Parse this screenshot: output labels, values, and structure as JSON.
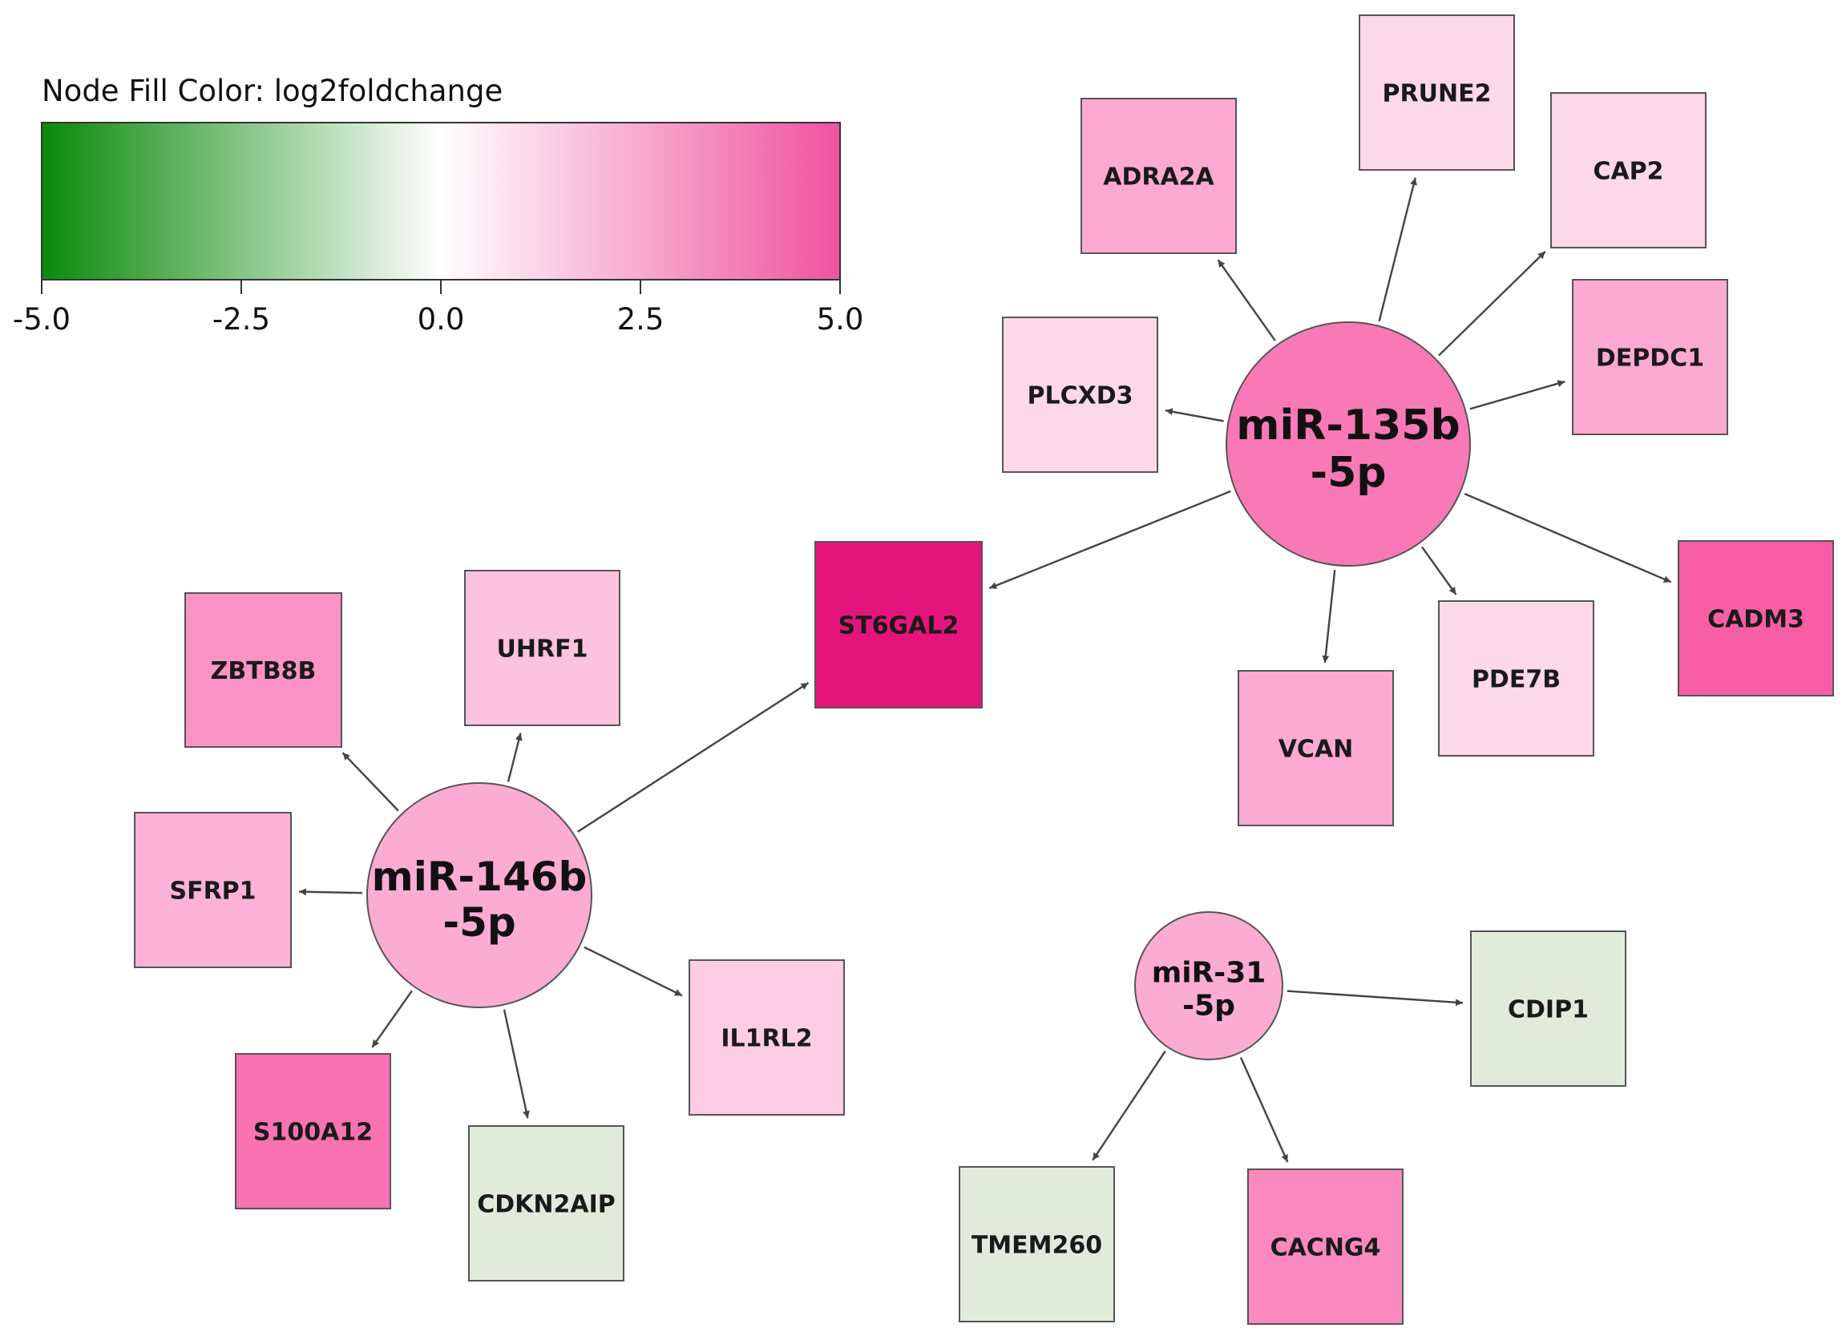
{
  "legend": {
    "title": "Node Fill Color:  log2foldchange",
    "min": -5.0,
    "max": 5.0,
    "ticks": [
      {
        "value": -5.0,
        "label": "-5.0"
      },
      {
        "value": -2.5,
        "label": "-2.5"
      },
      {
        "value": 0.0,
        "label": "0.0"
      },
      {
        "value": 2.5,
        "label": "2.5"
      },
      {
        "value": 5.0,
        "label": "5.0"
      }
    ],
    "colors": {
      "negative": "#0a8a0a",
      "neutral": "#ffffff",
      "positive": "#f0539f"
    }
  },
  "mirnas": [
    {
      "id": "mir135b",
      "line1": "miR-135b",
      "line2": "-5p",
      "color": "#f979b6"
    },
    {
      "id": "mir146b",
      "line1": "miR-146b",
      "line2": "-5p",
      "color": "#fcabd3"
    },
    {
      "id": "mir31",
      "line1": "miR-31",
      "line2": "-5p",
      "color": "#fcabd3"
    }
  ],
  "genes": [
    {
      "id": "adra2a",
      "label": "ADRA2A",
      "color": "#fcaad2"
    },
    {
      "id": "prune2",
      "label": "PRUNE2",
      "color": "#fdd8e9"
    },
    {
      "id": "cap2",
      "label": "CAP2",
      "color": "#fdd8e9"
    },
    {
      "id": "depdc1",
      "label": "DEPDC1",
      "color": "#fcaad2"
    },
    {
      "id": "plcxd3",
      "label": "PLCXD3",
      "color": "#fdd8e9"
    },
    {
      "id": "cadm3",
      "label": "CADM3",
      "color": "#f75ea6"
    },
    {
      "id": "pde7b",
      "label": "PDE7B",
      "color": "#fdd8e9"
    },
    {
      "id": "vcan",
      "label": "VCAN",
      "color": "#fcaad2"
    },
    {
      "id": "st6gal2",
      "label": "ST6GAL2",
      "color": "#e5147b"
    },
    {
      "id": "uhrf1",
      "label": "UHRF1",
      "color": "#fdc2de"
    },
    {
      "id": "zbtb8b",
      "label": "ZBTB8B",
      "color": "#fb93c4"
    },
    {
      "id": "sfrp1",
      "label": "SFRP1",
      "color": "#fcb3d7"
    },
    {
      "id": "il1rl2",
      "label": "IL1RL2",
      "color": "#fdcde4"
    },
    {
      "id": "s100a12",
      "label": "S100A12",
      "color": "#f972b2"
    },
    {
      "id": "cdkn2aip",
      "label": "CDKN2AIP",
      "color": "#e1ebda"
    },
    {
      "id": "cdip1",
      "label": "CDIP1",
      "color": "#e1ebda"
    },
    {
      "id": "tmem260",
      "label": "TMEM260",
      "color": "#e1ebda"
    },
    {
      "id": "cacng4",
      "label": "CACNG4",
      "color": "#f989be"
    }
  ],
  "edges": [
    {
      "from": "mir135b",
      "to": "adra2a"
    },
    {
      "from": "mir135b",
      "to": "prune2"
    },
    {
      "from": "mir135b",
      "to": "cap2"
    },
    {
      "from": "mir135b",
      "to": "depdc1"
    },
    {
      "from": "mir135b",
      "to": "plcxd3"
    },
    {
      "from": "mir135b",
      "to": "cadm3"
    },
    {
      "from": "mir135b",
      "to": "pde7b"
    },
    {
      "from": "mir135b",
      "to": "vcan"
    },
    {
      "from": "mir135b",
      "to": "st6gal2"
    },
    {
      "from": "mir146b",
      "to": "st6gal2"
    },
    {
      "from": "mir146b",
      "to": "uhrf1"
    },
    {
      "from": "mir146b",
      "to": "zbtb8b"
    },
    {
      "from": "mir146b",
      "to": "sfrp1"
    },
    {
      "from": "mir146b",
      "to": "il1rl2"
    },
    {
      "from": "mir146b",
      "to": "s100a12"
    },
    {
      "from": "mir146b",
      "to": "cdkn2aip"
    },
    {
      "from": "mir31",
      "to": "cdip1"
    },
    {
      "from": "mir31",
      "to": "tmem260"
    },
    {
      "from": "mir31",
      "to": "cacng4"
    }
  ]
}
